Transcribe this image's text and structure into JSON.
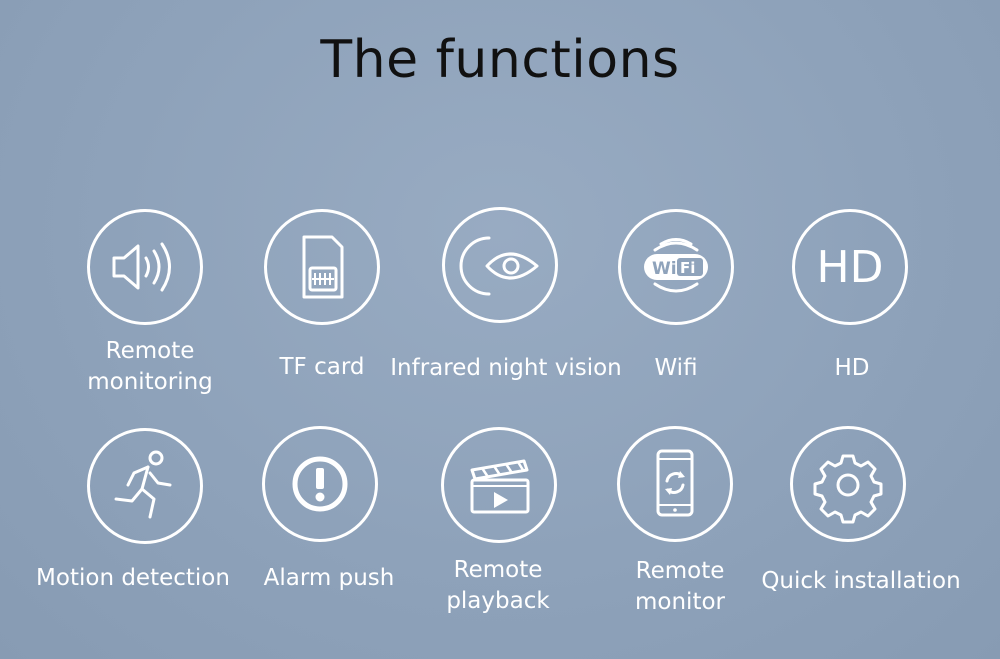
{
  "title": "The functions",
  "colors": {
    "background": "#8fa3bb",
    "icon_stroke": "#ffffff",
    "title_text": "#111111"
  },
  "features": [
    {
      "label": "Remote\nmonitoring",
      "icon": "speaker-icon"
    },
    {
      "label": "TF card",
      "icon": "sd-card-icon"
    },
    {
      "label": "Infrared night vision",
      "icon": "moon-eye-icon"
    },
    {
      "label": "Wifi",
      "icon": "wifi-badge-icon"
    },
    {
      "label": "HD",
      "icon": "hd-icon"
    },
    {
      "label": "Motion detection",
      "icon": "running-person-icon"
    },
    {
      "label": "Alarm push",
      "icon": "exclamation-icon"
    },
    {
      "label": "Remote\nplayback",
      "icon": "clapperboard-icon"
    },
    {
      "label": "Remote\nmonitor",
      "icon": "phone-sync-icon"
    },
    {
      "label": "Quick installation",
      "icon": "gear-icon"
    }
  ],
  "icon_text": {
    "wifi_left": "Wi",
    "wifi_right": "Fi",
    "hd": "HD"
  }
}
